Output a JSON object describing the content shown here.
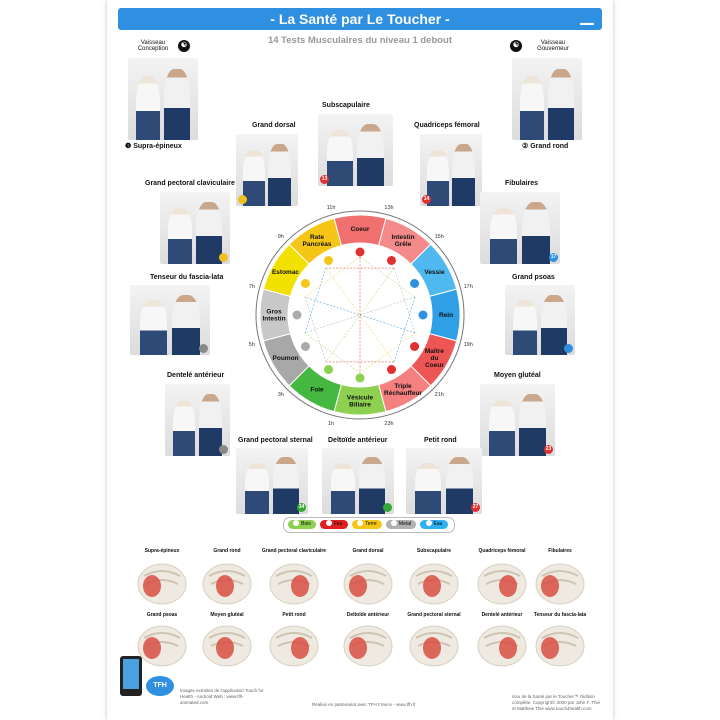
{
  "header": {
    "title": "- La Santé par Le Toucher -",
    "subtitle": "14 Tests Musculaires du niveau 1 debout"
  },
  "meridians": {
    "conception": "Vaisseau Conception",
    "gouverneur": "Vaisseau Gouverneur"
  },
  "muscles": [
    {
      "key": "supra",
      "label": "❶ Supra-épineux"
    },
    {
      "key": "grandrond",
      "label": "② Grand rond"
    },
    {
      "key": "subscap",
      "label": "Subscapulaire",
      "badge": "13",
      "badge_color": "#e03030"
    },
    {
      "key": "granddorsal",
      "label": "Grand dorsal",
      "badge": "",
      "badge_color": "#f0c020"
    },
    {
      "key": "quadri",
      "label": "Quadriceps fémoral",
      "badge": "14",
      "badge_color": "#e03030"
    },
    {
      "key": "gpc",
      "label": "Grand pectoral claviculaire",
      "badge": "",
      "badge_color": "#f0c020"
    },
    {
      "key": "fibulaires",
      "label": "Fibulaires",
      "badge": "17",
      "badge_color": "#2f8fe0"
    },
    {
      "key": "tfl",
      "label": "Tenseur du fascia-lata",
      "badge": "",
      "badge_color": "#888888"
    },
    {
      "key": "psoas",
      "label": "Grand psoas",
      "badge": "",
      "badge_color": "#2f8fe0"
    },
    {
      "key": "dentele",
      "label": "Dentelé antérieur",
      "badge": "",
      "badge_color": "#888888"
    },
    {
      "key": "moyenglut",
      "label": "Moyen glutéal",
      "badge": "23",
      "badge_color": "#e03030"
    },
    {
      "key": "gps",
      "label": "Grand pectoral sternal",
      "badge": "34",
      "badge_color": "#33aa33"
    },
    {
      "key": "deltoide",
      "label": "Deltoïde antérieur",
      "badge": "",
      "badge_color": "#33aa33"
    },
    {
      "key": "petitrond",
      "label": "Petit rond",
      "badge": "27",
      "badge_color": "#e03030"
    }
  ],
  "wheel": {
    "segments": [
      {
        "label": "Coeur",
        "color": "#f07070"
      },
      {
        "label": "Intestin Grêle",
        "color": "#f48a8a"
      },
      {
        "label": "Vessie",
        "color": "#4fb8ee"
      },
      {
        "label": "Rein",
        "color": "#2f9fe6"
      },
      {
        "label": "Maître du Coeur",
        "color": "#ee5555"
      },
      {
        "label": "Triple Réchauffeur",
        "color": "#f48080"
      },
      {
        "label": "Vésicule Biliaire",
        "color": "#8ed050"
      },
      {
        "label": "Foie",
        "color": "#44b840"
      },
      {
        "label": "Poumon",
        "color": "#a8a8a8"
      },
      {
        "label": "Gros Intestin",
        "color": "#c8c8c8"
      },
      {
        "label": "Estomac",
        "color": "#f2e000"
      },
      {
        "label": "Rate Pancréas",
        "color": "#f5c518"
      }
    ],
    "hours": [
      "11h",
      "13h",
      "15h",
      "17h",
      "19h",
      "21h",
      "23h",
      "1h",
      "3h",
      "5h",
      "7h",
      "9h"
    ]
  },
  "legend": [
    {
      "label": "Bois",
      "color": "#8ed050"
    },
    {
      "label": "Feu",
      "color": "#e02020"
    },
    {
      "label": "Terre",
      "color": "#f5c518"
    },
    {
      "label": "Metal",
      "color": "#b0b0b0"
    },
    {
      "label": "Eau",
      "color": "#2fb0f0"
    }
  ],
  "anatomy": {
    "row1": [
      "Supra-épineux",
      "Grand rond",
      "Grand pectoral claviculaire",
      "Grand dorsal",
      "Subscapulaire",
      "Quadriceps fémoral",
      "Fibulaires"
    ],
    "row2": [
      "Grand psoas",
      "Moyen glutéal",
      "Petit rond",
      "Deltoïde antérieur",
      "Grand pectoral sternal",
      "Dentelé antérieur",
      "Tenseur du fascia-lata"
    ]
  },
  "footer": {
    "app_label": "TFH",
    "app_text": "Images extraites de l'application Touch for Health - Android Web : www.tfh-animated.com",
    "center_text": "Réalisé en partenariat avec TFH France - www.tfh.fr",
    "right_text": "Issu de la Santé par le Toucher™ l'édition complète. Copyright© 2000 par John F. Thie et Matthew Thie www.touch4health.com"
  }
}
